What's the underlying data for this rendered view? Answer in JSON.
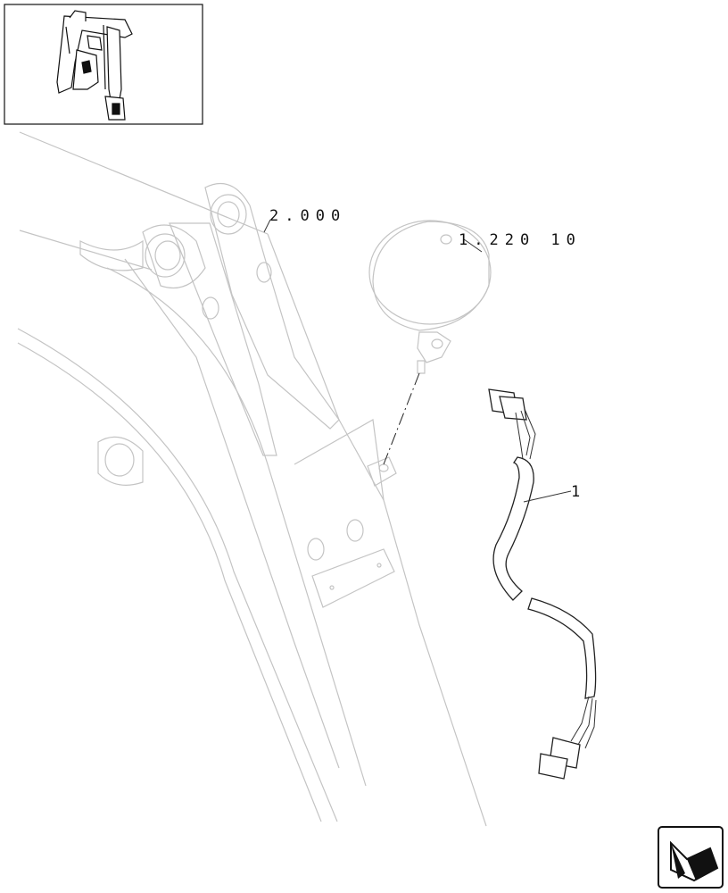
{
  "diagram": {
    "callouts": {
      "boom_ref": "2.000",
      "lamp_ref": "1.220 10",
      "harness_ref": "1"
    },
    "icons": {
      "thumbnail": "excavator-thumbnail-icon",
      "nav": "next-page-arrow-icon"
    }
  }
}
